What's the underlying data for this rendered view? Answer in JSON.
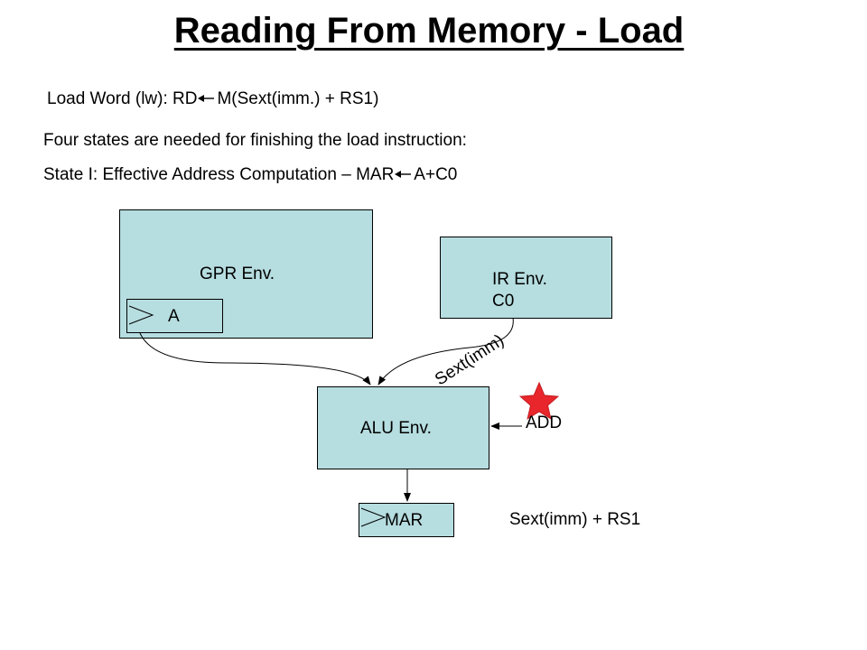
{
  "title": "Reading From Memory - Load",
  "load_word": {
    "prefix": "Load Word (lw): RD",
    "suffix": "M(Sext(imm.) + RS1)"
  },
  "intro": "Four states are needed for finishing the load instruction:",
  "state": {
    "prefix": "State I: Effective Address Computation – MAR",
    "suffix": "A+C0"
  },
  "diagram": {
    "gpr": {
      "label": "GPR Env.",
      "register": "A"
    },
    "ir": {
      "label": "IR Env.",
      "field": "C0"
    },
    "alu": {
      "label": "ALU Env."
    },
    "mar": {
      "label": "MAR"
    },
    "sext_label": "Sext(imm)",
    "op_label": "ADD",
    "result_label": "Sext(imm) + RS1",
    "box_color": "#b6dde0",
    "star_color": "#e8262b"
  }
}
